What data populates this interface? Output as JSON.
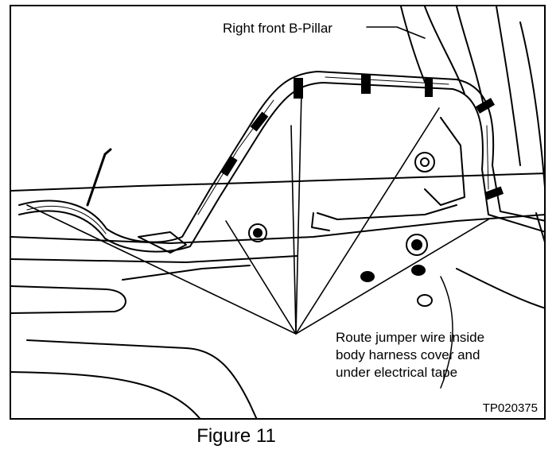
{
  "labels": {
    "pillar": "Right front B-Pillar",
    "callout_line1": "Route jumper wire inside",
    "callout_line2": "body harness cover and",
    "callout_line3": "under electrical tape"
  },
  "figure_id": "TP020375",
  "caption": "Figure 11"
}
